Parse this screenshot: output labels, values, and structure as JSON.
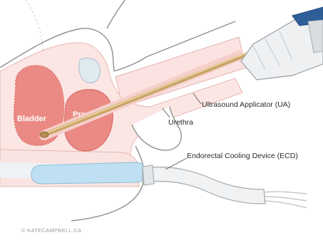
{
  "labels": {
    "bladder": "Bladder",
    "prostate": "Prostate",
    "urethra": "Urethra",
    "ultrasound_applicator": "Ultrasound Applicator (UA)",
    "endorectal_cooling_device": "Endorectal Cooling Device (ECD)"
  },
  "credit": "© KATECAMPBELL.CA",
  "colors": {
    "tissue_pink": "#f4c9c6",
    "organ_red": "#eb8a84",
    "applicator_gold": "#d4b77e",
    "cooling_blue": "#bfe0f2",
    "device_blue": "#2f5f99",
    "line_gray": "#8a8a8a"
  }
}
